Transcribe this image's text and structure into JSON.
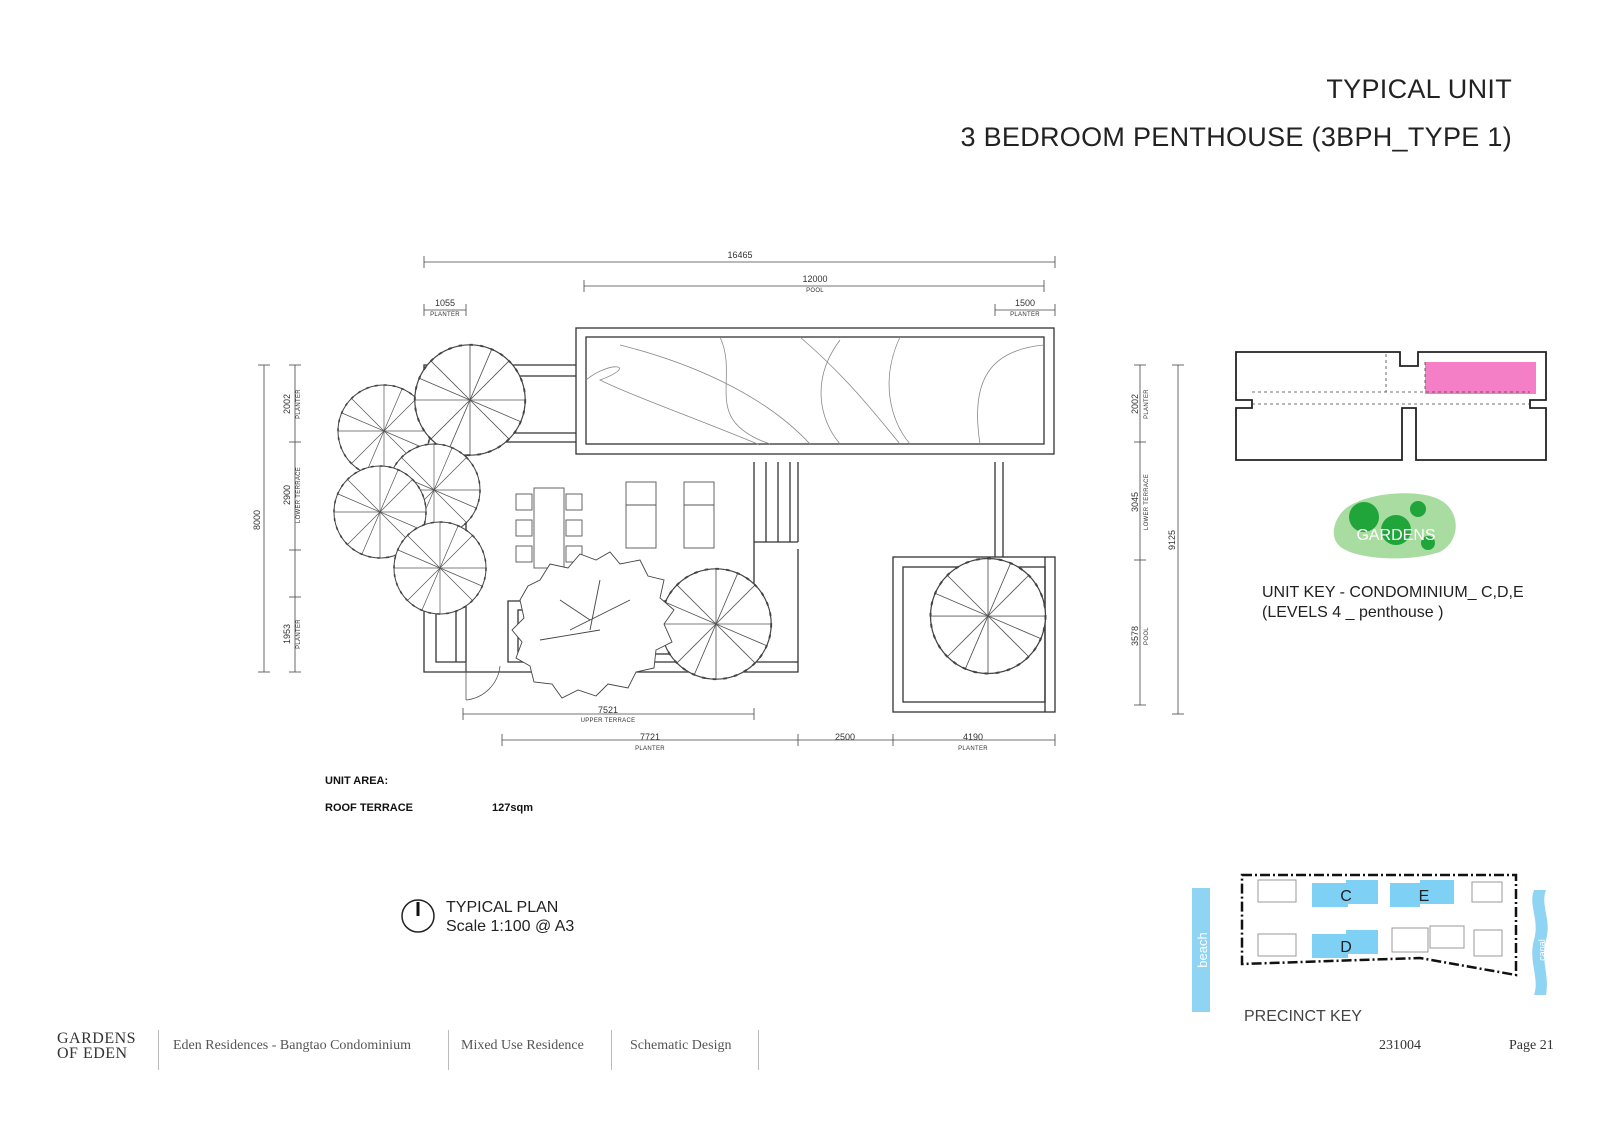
{
  "header": {
    "title_line1": "TYPICAL UNIT",
    "title_line2": "3 BEDROOM PENTHOUSE (3BPH_TYPE 1)"
  },
  "plan_dimensions": {
    "overall_width": "16465",
    "pool_width": "12000",
    "pool_label": "POOL",
    "planter_left": "1055",
    "planter_right": "1500",
    "planter_label": "PLANTER",
    "left_total": "8000",
    "left_planter_top": "2002",
    "left_lower_terrace": "2900",
    "lower_terrace_label": "LOWER TERRACE",
    "left_planter_bottom": "1953",
    "right_planter_top": "2002",
    "right_lower_terrace": "3045",
    "right_pool": "3578",
    "right_total": "9125",
    "upper_terrace": "7521",
    "upper_terrace_label": "UPPER TERRACE",
    "bottom_planter_left": "7721",
    "bottom_gap": "2500",
    "bottom_planter_right": "4190"
  },
  "unit_area": {
    "heading": "UNIT AREA:",
    "roof_terrace_label": "ROOF TERRACE",
    "roof_terrace_value": "127sqm"
  },
  "unit_key": {
    "gardens_label": "GARDENS",
    "line1": "UNIT KEY - CONDOMINIUM_ C,D,E",
    "line2": "(LEVELS 4 _ penthouse )",
    "highlight_color": "#f47fc6",
    "garden_color": "#a8dca0",
    "tree_color": "#1fa53a"
  },
  "plan_title": {
    "name": "TYPICAL PLAN",
    "scale": "Scale 1:100 @ A3"
  },
  "precinct_key": {
    "label": "PRECINCT KEY",
    "beach_label": "beach",
    "canal_label": "canal",
    "blocks": [
      "C",
      "E",
      "D"
    ],
    "water_color": "#8fd4f3",
    "block_color": "#7fd0f5"
  },
  "footer": {
    "logo_line1": "GARDENS",
    "logo_line2": "OF EDEN",
    "project": "Eden Residences - Bangtao Condominium",
    "type": "Mixed Use Residence",
    "stage": "Schematic Design",
    "date_code": "231004",
    "page": "Page 21"
  }
}
